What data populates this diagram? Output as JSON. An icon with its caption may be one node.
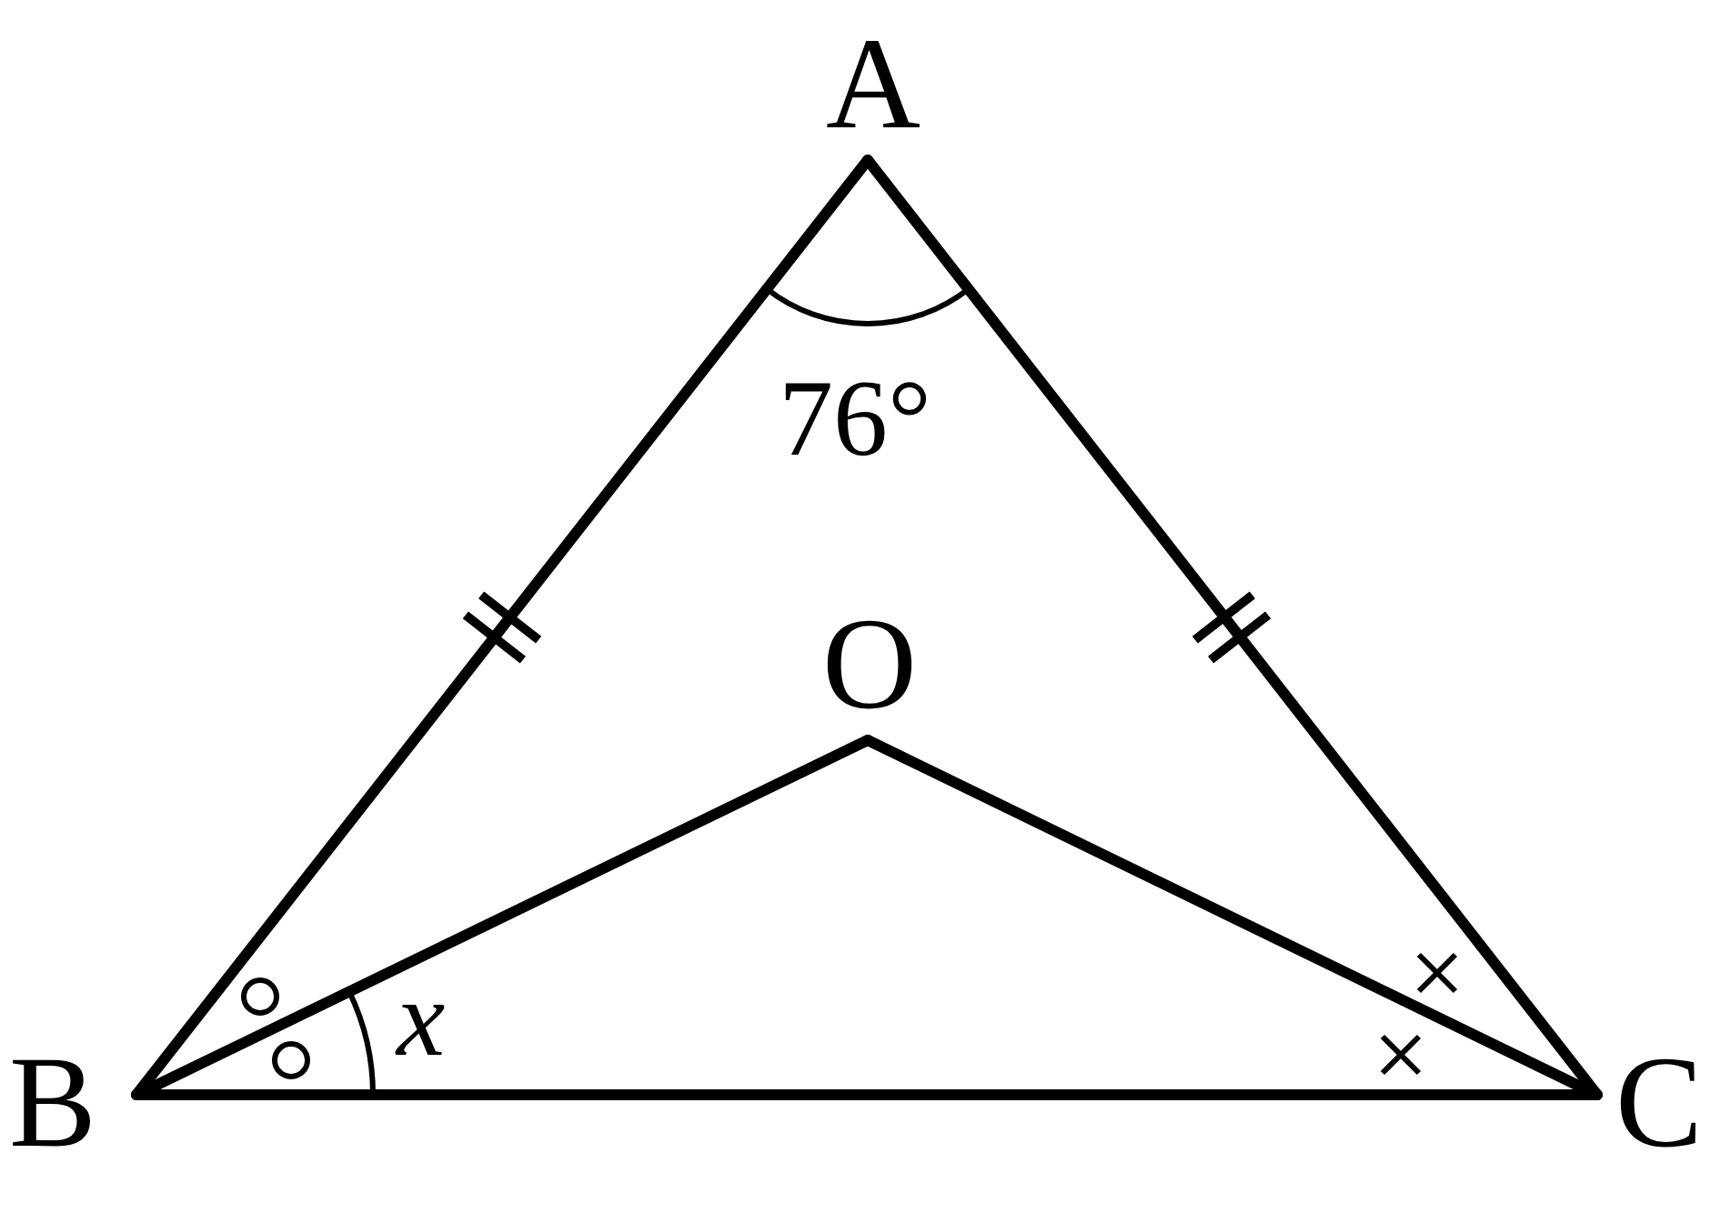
{
  "diagram": {
    "nodes": [
      {
        "text": [
          "A"
        ]
      },
      {
        "text": [
          "O"
        ]
      },
      {
        "text": [
          "B"
        ]
      },
      {
        "text": [
          "C"
        ]
      }
    ],
    "edges": [
      {
        "from": 0,
        "to": 2,
        "arrow": "none"
      },
      {
        "from": 0,
        "to": 3,
        "arrow": "none"
      },
      {
        "from": 1,
        "to": 2,
        "arrow": "none"
      },
      {
        "from": 1,
        "to": 3,
        "arrow": "none"
      },
      {
        "from": 2,
        "to": 3,
        "arrow": "none"
      }
    ],
    "labels": [
      "76°",
      "x"
    ]
  }
}
